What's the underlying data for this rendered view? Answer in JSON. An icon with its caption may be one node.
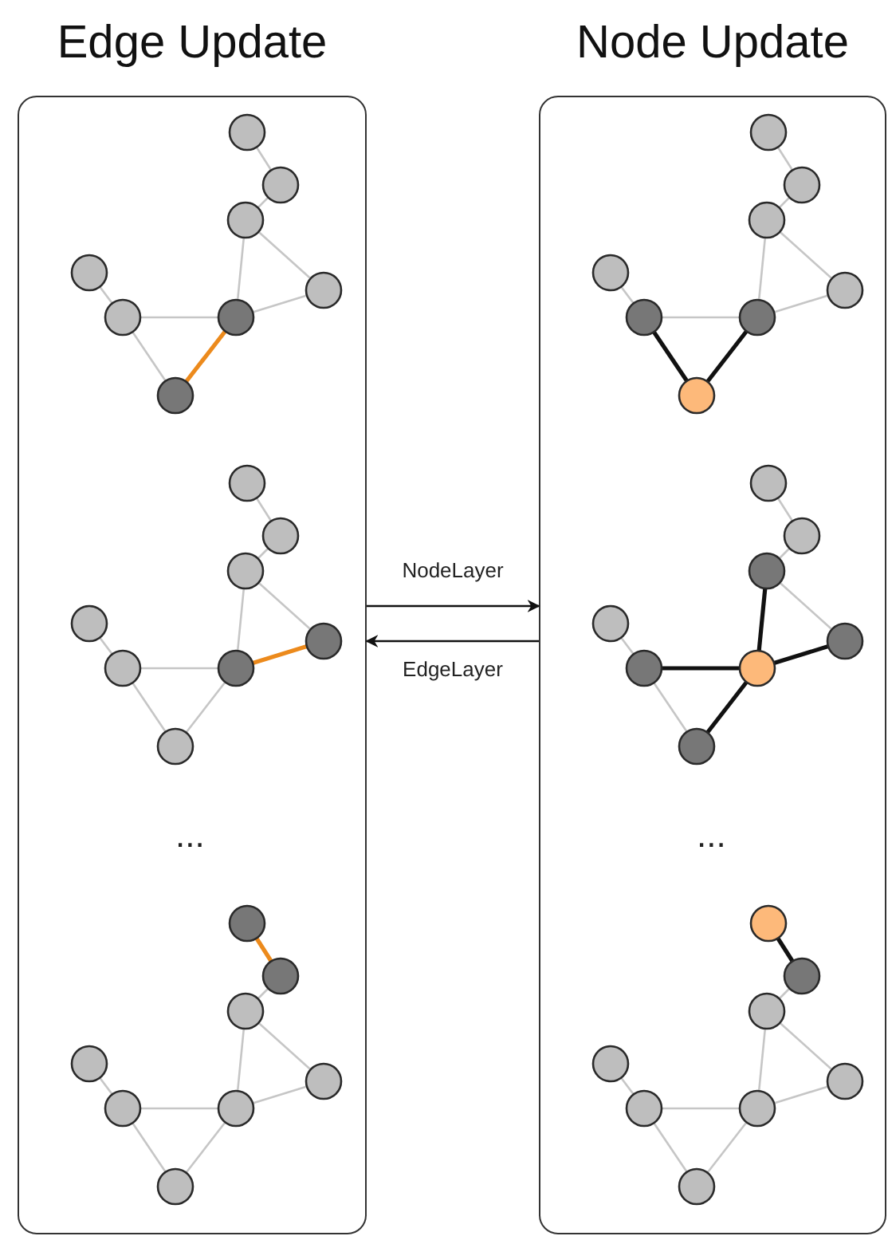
{
  "diagram": {
    "nodes": [
      {
        "text": [
          "Edge Update"
        ]
      },
      {
        "text": [
          "Node Update"
        ]
      }
    ],
    "edges": [
      {
        "from": 0,
        "to": 1,
        "arrow": "to",
        "label": "NodeLayer"
      },
      {
        "from": 1,
        "to": 0,
        "arrow": "to",
        "label": "EdgeLayer"
      }
    ],
    "labels": [
      "...",
      "..."
    ]
  }
}
